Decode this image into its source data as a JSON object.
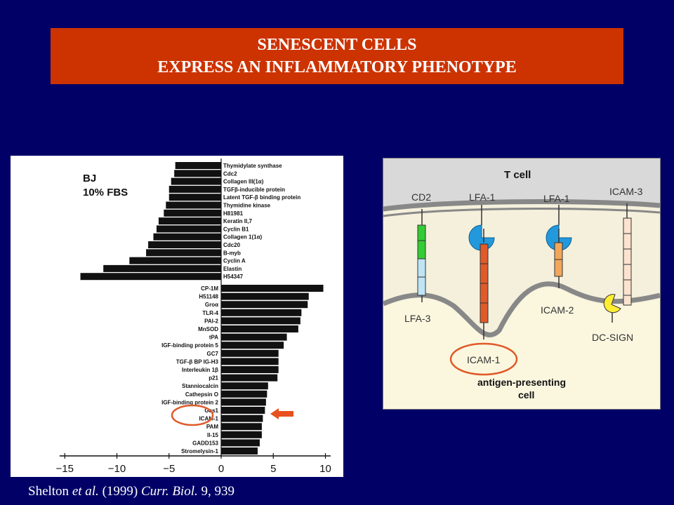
{
  "title": {
    "line1": "SENESCENT CELLS",
    "line2": "EXPRESS AN INFLAMMATORY PHENOTYPE"
  },
  "chart_data": {
    "type": "bar",
    "orientation": "horizontal",
    "annotation": [
      "BJ",
      "10% FBS"
    ],
    "xticks": [
      -15,
      -10,
      -5,
      0,
      5,
      10
    ],
    "xlim": [
      -15.5,
      10.5
    ],
    "grid": false,
    "highlight": "ICAM-1",
    "down": {
      "categories": [
        "Thymidylate synthase",
        "Cdc2",
        "Collagen III(1α)",
        "TGFβ-inducible protein",
        "Latent TGF-β binding protein",
        "Thymidine kinase",
        "H81981",
        "Keratin II,7",
        "Cyclin B1",
        "Collagen 1(1α)",
        "Cdc20",
        "B-myb",
        "Cyclin A",
        "Elastin",
        "H54347"
      ],
      "values": [
        -4.4,
        -4.5,
        -4.8,
        -5.0,
        -5.0,
        -5.3,
        -5.5,
        -6.0,
        -6.2,
        -6.5,
        -7.0,
        -7.2,
        -8.8,
        -11.3,
        -13.5
      ]
    },
    "up": {
      "categories": [
        "CP-1M",
        "H51148",
        "Groα",
        "TLR-4",
        "PAI-2",
        "MnSOD",
        "tPA",
        "IGF-binding protein 5",
        "GC7",
        "TGF-β BP IG-H3",
        "Interleukin 1β",
        "p21",
        "Stanniocalcin",
        "Cathepsin O",
        "IGF-binding protein 2",
        "Gas1",
        "ICAM-1",
        "PAM",
        "Il-15",
        "GADD153",
        "Stromelysin-1"
      ],
      "values": [
        9.8,
        8.4,
        8.3,
        7.7,
        7.6,
        7.4,
        6.3,
        6.0,
        5.5,
        5.5,
        5.5,
        5.4,
        4.5,
        4.4,
        4.3,
        4.2,
        4.0,
        3.9,
        3.9,
        3.7,
        3.5
      ]
    }
  },
  "diagram": {
    "top_cell": "T cell",
    "bottom_cell_line1": "antigen-presenting",
    "bottom_cell_line2": "cell",
    "labels": {
      "cd2": "CD2",
      "lfa1_left": "LFA-1",
      "lfa1_right": "LFA-1",
      "icam3": "ICAM-3",
      "lfa3": "LFA-3",
      "icam1": "ICAM-1",
      "icam2": "ICAM-2",
      "dcsign": "DC-SIGN"
    },
    "colors": {
      "membrane": "#888888",
      "top_cell": "#d9d9d9",
      "bottom_cell": "#fbf7df",
      "cd2": "#33cc33",
      "lfa3": "#bfe4f5",
      "lfa1": "#2299dd",
      "icam1": "#e05a2a",
      "icam2": "#f2a65a",
      "icam3": "#fbe3cf",
      "dcsign": "#ffee33",
      "highlight": "#e05a2a"
    }
  },
  "citation": {
    "authors": "Shelton ",
    "etal": "et al.",
    "year": " (1999) ",
    "journal": "Curr. Biol.",
    "ref": " 9, 939"
  }
}
